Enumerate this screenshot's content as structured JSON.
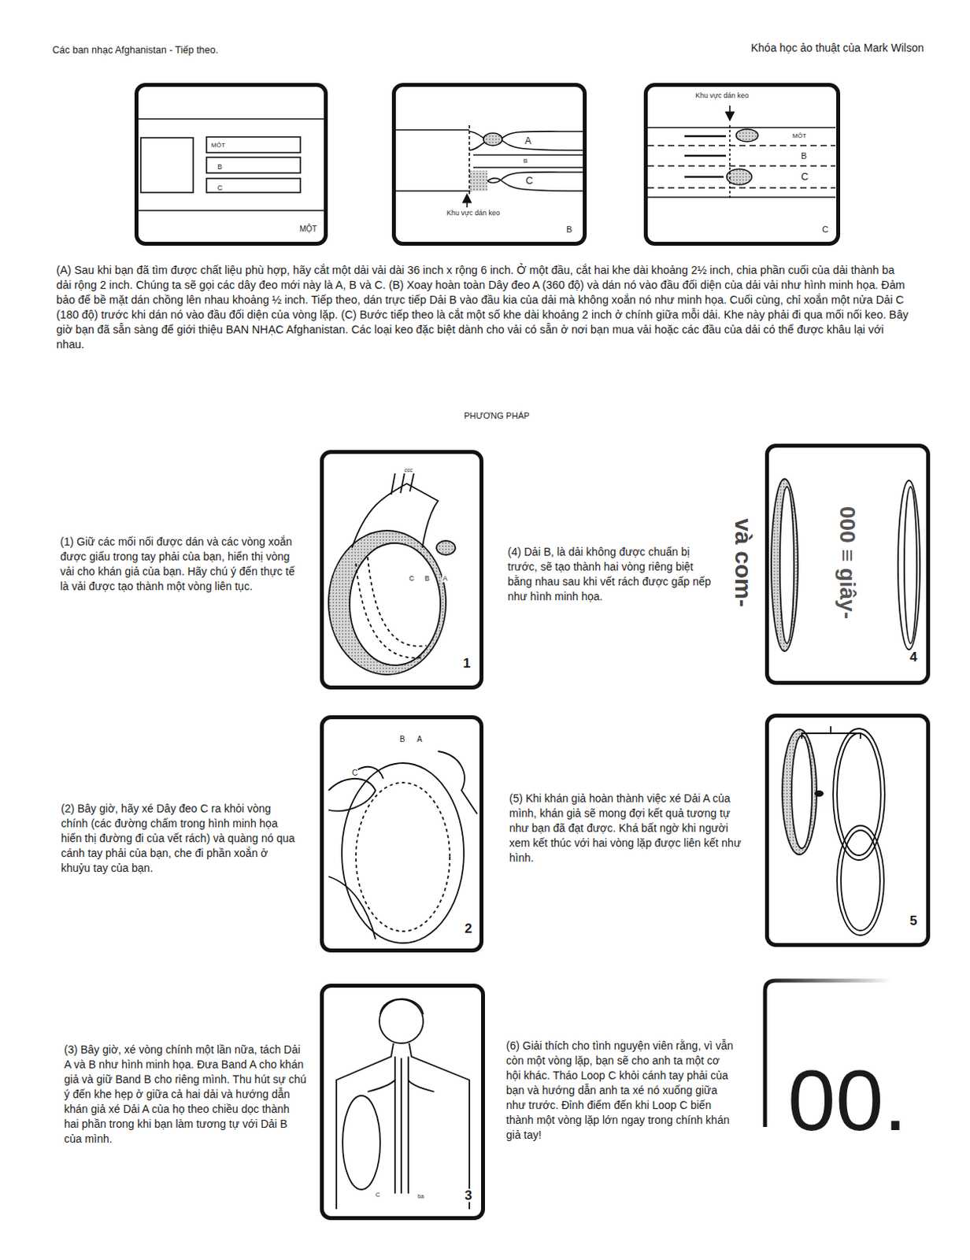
{
  "diagram": {
    "nodes": [
      {
        "text": [
          "MỘT",
          "B",
          "C",
          "MỘT"
        ]
      },
      {
        "text": [
          "A",
          "B",
          "C",
          "Khu vực dán keo",
          "B"
        ]
      },
      {
        "text": [
          "Khu vực dán keo",
          "MỘT",
          "B",
          "C",
          "C"
        ]
      },
      {
        "text": [
          "ccc",
          "C",
          "B",
          "A",
          "1"
        ]
      },
      {
        "text": [
          "000 ≡ giây-",
          "4"
        ]
      },
      {
        "text": [
          "B",
          "A",
          "C",
          "2"
        ]
      },
      {
        "text": [
          "5"
        ]
      },
      {
        "text": [
          "C",
          "ba",
          "3"
        ]
      },
      {
        "text": [
          "00."
        ]
      }
    ],
    "labels": [
      "Các ban nhạc Afghanistan - Tiếp theo.",
      "Khóa học ảo thuật của Mark Wilson",
      "(A) Sau khi bạn đã tìm được chất liệu phù hợp, hãy cắt một dải vải dài 36 inch x rộng 6 inch. Ở một đầu, cắt hai khe dài khoảng 2½ inch, chia phần cuối của dải thành ba dải rộng 2 inch. Chúng ta sẽ gọi các dây đeo mới này là A, B và C. (B) Xoay hoàn toàn Dây đeo A (360 độ) và dán nó vào đầu đối diện của dải vải như hình minh họa. Đảm bảo để bề mặt dán chồng lên nhau khoảng ½ inch. Tiếp theo, dán trực tiếp Dải B vào đầu kia của dải mà không xoắn nó như minh họa. Cuối cùng, chỉ xoắn một nửa Dải C (180 độ) trước khi dán nó vào đầu đối diện của vòng lặp. (C) Bước tiếp theo là cắt một số khe dài khoảng 2 inch ở chính giữa mỗi dải. Khe này phải đi qua mối nối keo. Bây giờ bạn đã sẵn sàng để giới thiệu BAN NHẠC Afghanistan. Các loại keo đặc biệt dành cho vải có sẵn ở nơi bạn mua vải hoặc các đầu của dải có thể được khâu lại với nhau.",
      "PHƯƠNG PHÁP",
      "(1) Giữ các mối nối được dán và các vòng xoắn được giấu trong tay phải của bạn, hiển thị vòng vải cho khán giả của bạn. Hãy chú ý đến thực tế là vải được tạo thành một vòng liên tục.",
      "và com-",
      "(4) Dải B, là dải không được chuẩn bị trước, sẽ tạo thành hai vòng riêng biệt bằng nhau sau khi vết rách được gấp nếp như hình minh họa.",
      "(2) Bây giờ, hãy xé Dây đeo C ra khỏi vòng chính (các đường chấm trong hình minh họa hiển thị đường đi của vết rách) và quàng nó qua cánh tay phải của bạn, che đi phần xoắn ở khuỷu tay của bạn.",
      "(5) Khi khán giả hoàn thành việc xé Dải A của mình, khán giả sẽ mong đợi kết quả tương tự như bạn đã đạt được. Khá bất ngờ khi người xem kết thúc với hai vòng lặp được liên kết như hình.",
      "(3) Bây giờ, xé vòng chính một lần nữa, tách Dải A và B như hình minh họa. Đưa Band A cho khán giả và giữ Band B cho riêng mình. Thu hút sự chú ý đến khe hẹp ở giữa cả hai dải và hướng dẫn khán giả xé Dải A của họ theo chiều dọc thành hai phần trong khi bạn làm tương tự với Dải B của mình.",
      "(6) Giải thích cho tình nguyện viên rằng, vì vẫn còn một vòng lặp, bạn sẽ cho anh ta một cơ hội khác. Tháo Loop C khỏi cánh tay phải của bạn và hướng dẫn anh ta xé nó xuống giữa như trước. Đỉnh điểm đến khi Loop C biến thành một vòng lặp lớn ngay trong chính khán giả tay!"
    ]
  }
}
